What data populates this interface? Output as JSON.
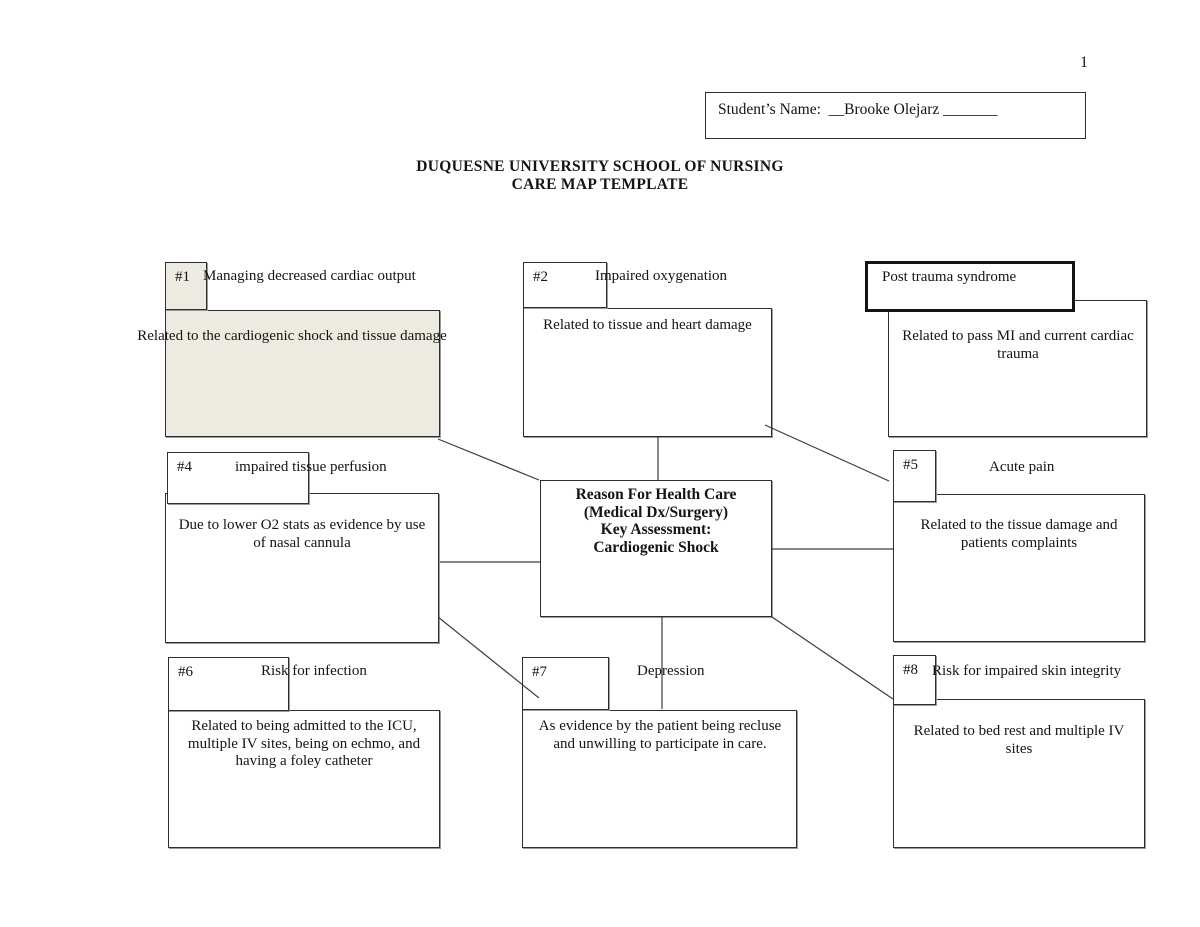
{
  "page": {
    "number": "1"
  },
  "student_box": {
    "label": "Student’s Name:  __Brooke Olejarz _______"
  },
  "title": {
    "line1": "DUQUESNE UNIVERSITY SCHOOL OF NURSING",
    "line2": "CARE MAP TEMPLATE"
  },
  "map": {
    "center": {
      "lines": [
        "Reason For Health Care",
        "(Medical Dx/Surgery)",
        "Key Assessment:",
        "Cardiogenic Shock"
      ]
    },
    "nodes": [
      {
        "number": "#1",
        "title": "Managing decreased cardiac output",
        "body": "Related to the cardiogenic shock and tissue damage",
        "highlighted": true
      },
      {
        "number": "#2",
        "title": "Impaired oxygenation",
        "body": "Related to tissue and heart damage",
        "highlighted": false
      },
      {
        "number": "",
        "title": "Post trauma syndrome",
        "body": "Related to pass MI and current cardiac trauma",
        "highlighted": false
      },
      {
        "number": "#4",
        "title": "impaired tissue perfusion",
        "body": "Due to lower O2 stats as evidence by use of nasal cannula",
        "highlighted": false
      },
      {
        "number": "#5",
        "title": "Acute pain",
        "body": "Related to the tissue damage and patients complaints",
        "highlighted": false
      },
      {
        "number": "#6",
        "title": "Risk for infection",
        "body": "Related to being admitted to the ICU, multiple IV sites, being on echmo, and having a foley catheter",
        "highlighted": false
      },
      {
        "number": "#7",
        "title": "Depression",
        "body": "As evidence by the patient being recluse and unwilling to participate in care.",
        "highlighted": false
      },
      {
        "number": "#8",
        "title": "Risk for impaired skin integrity",
        "body": "Related to bed rest and multiple IV sites",
        "highlighted": false
      }
    ]
  },
  "colors": {
    "highlight_fill": "#EDEBE1",
    "border": "#2E2E2E",
    "connector": "#3D3D3D"
  }
}
